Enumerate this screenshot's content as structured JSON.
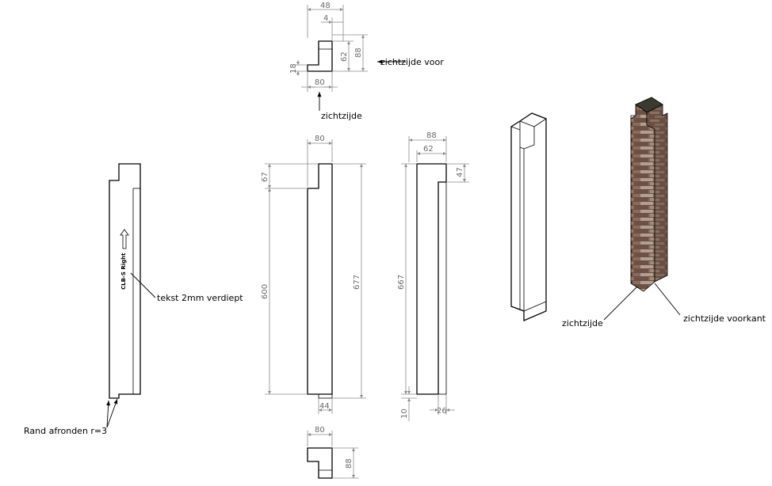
{
  "dimensions": {
    "top_view": {
      "width_total": "48",
      "width_small": "4",
      "height_total": "88",
      "height_inner": "62",
      "height_base": "18",
      "width_base": "80"
    },
    "front_view": {
      "width": "80",
      "top_step": "67",
      "height_inner": "600",
      "height_total": "677",
      "bottom_width": "44"
    },
    "side_view": {
      "width_total": "88",
      "width_inner": "62",
      "top_step": "47",
      "height_total": "667",
      "bottom_offset": "10",
      "bottom_width": "26"
    },
    "bottom_view": {
      "width": "80",
      "height": "88"
    }
  },
  "notes": {
    "visible_side_front": "zichtzijde voor",
    "visible_side": "zichtzijde",
    "text_depth": "tekst 2mm verdiept",
    "edge_round": "Rand afronden r=3",
    "visible_side_3d": "zichtzijde",
    "visible_front_3d": "zichtzijde voorkant"
  },
  "engraving": {
    "text": "CLB-S Right"
  },
  "colors": {
    "line": "#000000",
    "dimension": "#8a8a8a",
    "brick_dark": "#5a4038",
    "brick_mid": "#8a6a5a",
    "brick_light": "#b0a090"
  }
}
